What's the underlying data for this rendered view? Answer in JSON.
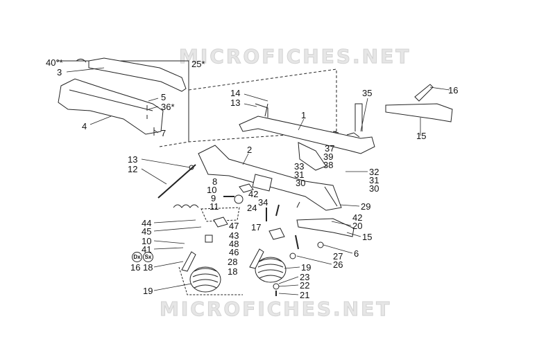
{
  "watermark": "MICROFICHES.NET",
  "side_badges": {
    "right": "Dx",
    "left": "Sx"
  },
  "callouts": {
    "c40": "40°*",
    "c3": "3",
    "c25": "25*",
    "c4": "4",
    "c5": "5",
    "c36": "36*",
    "c7": "7",
    "c14": "14",
    "c13a": "13",
    "c1": "1",
    "c35": "35",
    "c16a": "16",
    "c15a": "15",
    "c13b": "13",
    "c12": "12",
    "c2": "2",
    "c37": "37",
    "c39": "39",
    "c33": "33",
    "c38": "38",
    "c31a": "31",
    "c30a": "30",
    "c32": "32",
    "c31b": "31",
    "c30b": "30",
    "c8": "8",
    "c10a": "10",
    "c9": "9",
    "c42a": "42",
    "c11": "11",
    "c34": "34",
    "c24": "24",
    "c29": "29",
    "c42b": "42",
    "c20": "20",
    "c44": "44",
    "c45": "45",
    "c10b": "10",
    "c41": "41",
    "c16b": "16",
    "c18a": "18",
    "c47": "47",
    "c43": "43",
    "c48": "48",
    "c46": "46",
    "c17": "17",
    "c15b": "15",
    "c6": "6",
    "c27": "27",
    "c28": "28",
    "c26": "26",
    "c18b": "18",
    "c19a": "19",
    "c19b": "19",
    "c23": "23",
    "c22": "22",
    "c21": "21"
  }
}
